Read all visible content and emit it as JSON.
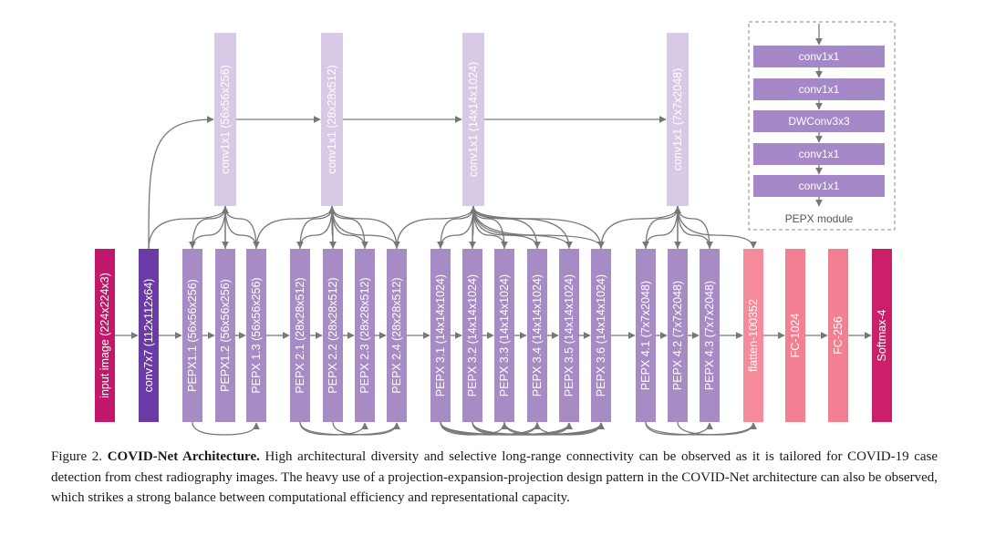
{
  "top_blocks": [
    {
      "label": "conv1x1 (56x56x256)"
    },
    {
      "label": "conv1x1 (28x28x512)"
    },
    {
      "label": "conv1x1 (14x14x1024)"
    },
    {
      "label": "conv1x1 (7x7x2048)"
    }
  ],
  "main_blocks": [
    {
      "label": "input image (224x224x3)",
      "kind": "input"
    },
    {
      "label": "conv7x7 (112x112x64)",
      "kind": "conv"
    },
    {
      "label": "PEPX1.1 (56x56x256)",
      "kind": "pepx"
    },
    {
      "label": "PEPX1.2 (56x56x256)",
      "kind": "pepx"
    },
    {
      "label": "PEPX 1.3 (56x56x256)",
      "kind": "pepx"
    },
    {
      "label": "PEPX 2.1 (28x28x512)",
      "kind": "pepx"
    },
    {
      "label": "PEPX 2.2 (28x28x512)",
      "kind": "pepx"
    },
    {
      "label": "PEPX 2.3 (28x28x512)",
      "kind": "pepx"
    },
    {
      "label": "PEPX 2.4 (28x28x512)",
      "kind": "pepx"
    },
    {
      "label": "PEPX 3.1 (14x14x1024)",
      "kind": "pepx"
    },
    {
      "label": "PEPX 3.2 (14x14x1024)",
      "kind": "pepx"
    },
    {
      "label": "PEPX 3.3 (14x14x1024)",
      "kind": "pepx"
    },
    {
      "label": "PEPX 3.4 (14x14x1024)",
      "kind": "pepx"
    },
    {
      "label": "PEPX 3.5 (14x14x1024)",
      "kind": "pepx"
    },
    {
      "label": "PEPX 3.6 (14x14x1024)",
      "kind": "pepx"
    },
    {
      "label": "PEPX 4.1 (7x7x2048)",
      "kind": "pepx"
    },
    {
      "label": "PEPX 4.2 (7x7x2048)",
      "kind": "pepx"
    },
    {
      "label": "PEPX 4.3 (7x7x2048)",
      "kind": "pepx"
    },
    {
      "label": "flatten-100352",
      "kind": "flatten"
    },
    {
      "label": "FC-1024",
      "kind": "fc"
    },
    {
      "label": "FC-256",
      "kind": "fc"
    },
    {
      "label": "Softmax-4",
      "kind": "softmax"
    }
  ],
  "pepx_module": {
    "layers": [
      "conv1x1",
      "conv1x1",
      "DWConv3x3",
      "conv1x1",
      "conv1x1"
    ],
    "label": "PEPX module"
  },
  "colors": {
    "input": "#c2186b",
    "conv": "#6a3aa6",
    "pepx": "#a78bc4",
    "top": "#d8c9e6",
    "flatten": "#f58a9b",
    "fc": "#f28092",
    "softmax": "#cc1f6a",
    "module_layer": "#a488c8",
    "arrow": "#777777"
  },
  "caption": {
    "label": "Figure 2.",
    "title": "COVID-Net Architecture.",
    "text": "High architectural diversity and selective long-range connectivity can be observed as it is tailored for COVID-19 case detection from chest radiography images. The heavy use of a projection-expansion-projection design pattern in the COVID-Net architecture can also be observed, which strikes a strong balance between computational efficiency and representational capacity."
  }
}
